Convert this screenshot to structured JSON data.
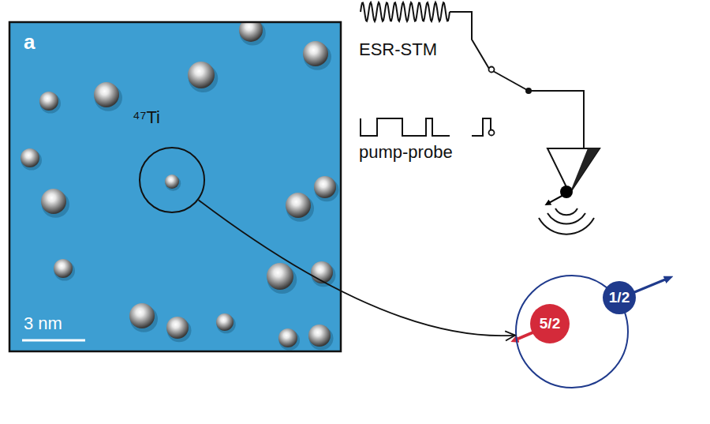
{
  "diagram": {
    "nodes": [
      {
        "text": [
          "⁴⁷Ti"
        ]
      },
      {
        "text": []
      },
      {
        "text": [
          "5/2"
        ],
        "in": 1
      },
      {
        "text": [
          "1/2"
        ],
        "in": 1
      }
    ],
    "edges": [
      {
        "from": 0,
        "to": 1,
        "arrow": "to"
      }
    ],
    "labels": [
      "a",
      "3 nm",
      "ESR-STM",
      "pump-probe"
    ]
  }
}
